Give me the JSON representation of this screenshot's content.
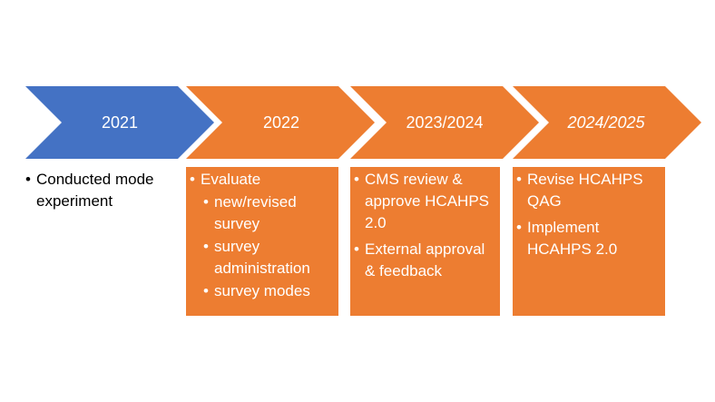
{
  "colors": {
    "blue": "#4472c4",
    "orange": "#ed7d31",
    "text_white": "#ffffff"
  },
  "stages": [
    {
      "label": "2021",
      "color": "blue"
    },
    {
      "label": "2022",
      "color": "orange"
    },
    {
      "label": "2023/2024",
      "color": "orange"
    },
    {
      "label": "2024/2025",
      "color": "orange"
    }
  ],
  "details": [
    {
      "items": [
        {
          "text": "Conducted mode experiment"
        }
      ]
    },
    {
      "items": [
        {
          "text": "Evaluate"
        },
        {
          "text": "new/revised survey",
          "sub": true
        },
        {
          "text": "survey administration",
          "sub": true
        },
        {
          "text": "survey modes",
          "sub": true
        }
      ]
    },
    {
      "items": [
        {
          "text": "CMS review & approve HCAHPS 2.0"
        },
        {
          "text": "External approval & feedback"
        }
      ]
    },
    {
      "items": [
        {
          "text": "Revise HCAHPS QAG"
        },
        {
          "text": "Implement HCAHPS 2.0"
        }
      ]
    }
  ]
}
